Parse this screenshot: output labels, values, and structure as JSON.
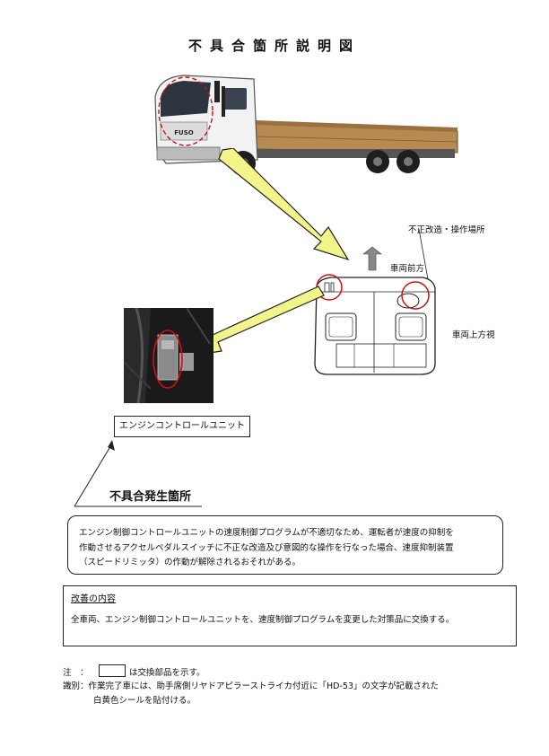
{
  "title": "不具合箇所説明図",
  "labels": {
    "illegal_site": "不正改造・操作場所",
    "front": "車両前方",
    "top_view": "車両上方視",
    "ecu": "エンジンコントロールユニット"
  },
  "truck_badge": "FUSO",
  "defect": {
    "heading": "不具合発生箇所",
    "lines": [
      "エンジン制御コントロールユニットの速度制御プログラムが不適切なため、運転者が速度の抑制を",
      "作動させるアクセルペダルスイッチに不正な改造及び意図的な操作を行なった場合、速度抑制装置",
      "（スピードリミッタ）の作動が解除されるおそれがある。"
    ]
  },
  "improvement": {
    "heading": "改善の内容",
    "body": "全車両、エンジン制御コントロールユニットを、速度制御プログラムを変更した対策品に交換する。"
  },
  "notes": {
    "note_label": "注　：",
    "note_text": "は交換部品を示す。",
    "id_label": "識別：",
    "id_line1": "作業完了車には、助手席側リヤドアピラーストライカ付近に「HD-53」の文字が記載された",
    "id_line2": "白黄色シールを貼付ける。"
  },
  "colors": {
    "truck_cab": "#f2f2f2",
    "truck_bed": "#b78a52",
    "highlight_circle": "#cc1111",
    "arrow_fill": "#f2f58a"
  }
}
